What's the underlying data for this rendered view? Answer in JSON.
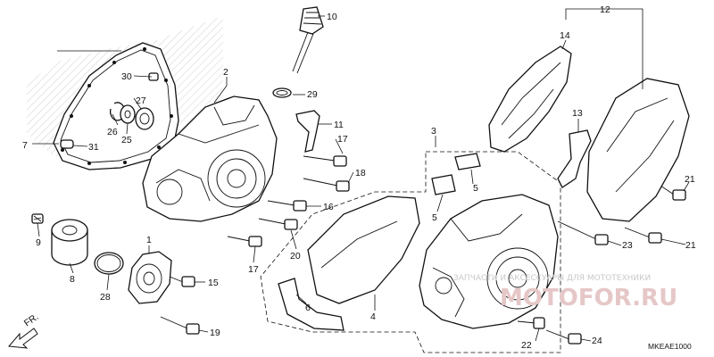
{
  "callouts": [
    {
      "id": "c1",
      "text": "1"
    },
    {
      "id": "c2",
      "text": "2"
    },
    {
      "id": "c3",
      "text": "3"
    },
    {
      "id": "c4",
      "text": "4"
    },
    {
      "id": "c5a",
      "text": "5"
    },
    {
      "id": "c5b",
      "text": "5"
    },
    {
      "id": "c6",
      "text": "6"
    },
    {
      "id": "c7",
      "text": "7"
    },
    {
      "id": "c8",
      "text": "8"
    },
    {
      "id": "c9",
      "text": "9"
    },
    {
      "id": "c10",
      "text": "10"
    },
    {
      "id": "c11",
      "text": "11"
    },
    {
      "id": "c12",
      "text": "12"
    },
    {
      "id": "c13",
      "text": "13"
    },
    {
      "id": "c14",
      "text": "14"
    },
    {
      "id": "c15",
      "text": "15"
    },
    {
      "id": "c16",
      "text": "16"
    },
    {
      "id": "c17a",
      "text": "17"
    },
    {
      "id": "c17b",
      "text": "17"
    },
    {
      "id": "c18",
      "text": "18"
    },
    {
      "id": "c19",
      "text": "19"
    },
    {
      "id": "c20",
      "text": "20"
    },
    {
      "id": "c21a",
      "text": "21"
    },
    {
      "id": "c21b",
      "text": "21"
    },
    {
      "id": "c22",
      "text": "22"
    },
    {
      "id": "c23",
      "text": "23"
    },
    {
      "id": "c24",
      "text": "24"
    },
    {
      "id": "c25",
      "text": "25"
    },
    {
      "id": "c26",
      "text": "26"
    },
    {
      "id": "c27",
      "text": "27"
    },
    {
      "id": "c28",
      "text": "28"
    },
    {
      "id": "c29",
      "text": "29"
    },
    {
      "id": "c30",
      "text": "30"
    },
    {
      "id": "c31",
      "text": "31"
    }
  ],
  "direction_label": "FR.",
  "diagram_code": "MKEAE1000",
  "watermark": {
    "line1": "ЗАПЧАСТИ И АКСЕССУАРЫ ДЛЯ МОТОТЕХНИКИ",
    "line2": "MOTOFOR.RU"
  },
  "colors": {
    "line": "#111111",
    "watermark": "#e6c7c7",
    "hatch": "#d0d0d0"
  }
}
